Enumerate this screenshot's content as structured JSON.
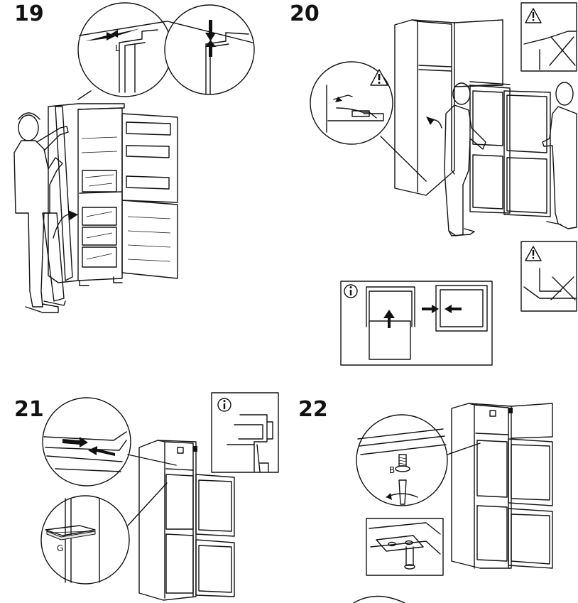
{
  "steps": [
    {
      "number": "19",
      "labels": {
        "l": "L"
      }
    },
    {
      "number": "20"
    },
    {
      "number": "21",
      "labels": {
        "g": "G"
      }
    },
    {
      "number": "22",
      "labels": {
        "b": "B"
      }
    }
  ],
  "icons": {
    "warning": "warning-triangle-icon",
    "info": "info-circle-icon",
    "prohibited": "cross-prohibited-icon"
  }
}
